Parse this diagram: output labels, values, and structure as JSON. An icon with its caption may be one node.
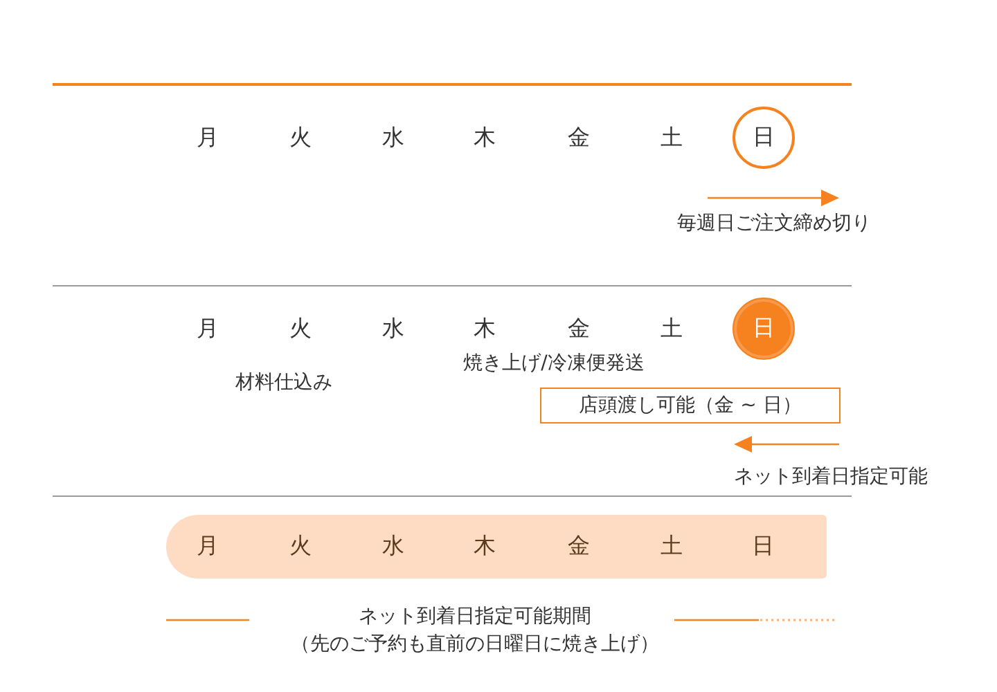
{
  "diagram": {
    "nodes": [
      {
        "text": [
          "日"
        ]
      },
      {
        "text": [
          "日"
        ]
      },
      {
        "text": [
          "店頭渡し可能（金 ~ 日）"
        ]
      },
      {
        "text": [
          "月",
          "火",
          "水",
          "木",
          "金",
          "土",
          "日"
        ]
      }
    ],
    "labels": [
      "月",
      "火",
      "水",
      "木",
      "金",
      "土",
      "毎週日ご注文締め切り",
      "月",
      "火",
      "水",
      "木",
      "金",
      "土",
      "焼き上げ/冷凍便発送",
      "材料仕込み",
      "ネット到着日指定可能",
      "ネット到着日指定可能期間",
      "（先のご予約も直前の日曜日に焼き上げ）"
    ]
  }
}
